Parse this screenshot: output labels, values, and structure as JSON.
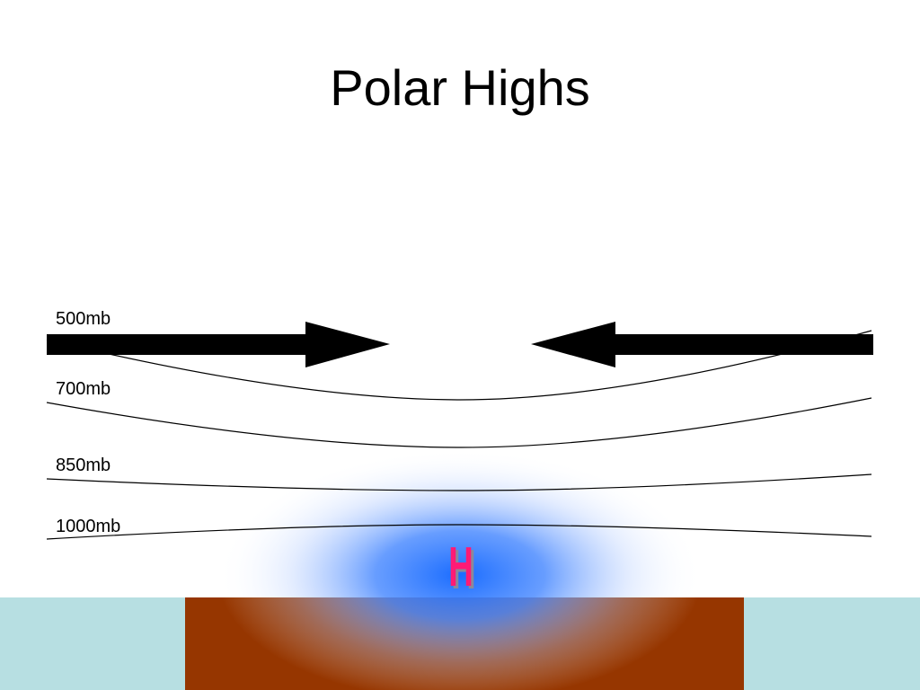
{
  "slide": {
    "title": "Polar Highs"
  },
  "levels": [
    {
      "label": "500mb"
    },
    {
      "label": "700mb"
    },
    {
      "label": "850mb"
    },
    {
      "label": "1000mb"
    }
  ],
  "pressure_center": {
    "letter": "H",
    "color": "#ff1a75",
    "glow_color": "#1a6cff"
  },
  "colors": {
    "land": "#963600",
    "ocean": "#b7dfe2",
    "arrow": "#000000"
  }
}
